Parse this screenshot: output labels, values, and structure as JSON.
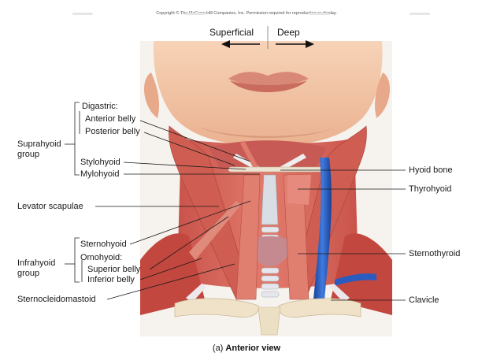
{
  "copyright": "Copyright © The McGraw-Hill Companies, Inc. Permission required for reproduction or display.",
  "direction": {
    "left": "Superficial",
    "right": "Deep"
  },
  "caption": {
    "prefix": "(a) ",
    "title": "Anterior view"
  },
  "groups": {
    "suprahyoid": "Suprahyoid\ngroup",
    "infrahyoid": "Infrahyoid\ngroup"
  },
  "labels": {
    "digastric": "Digastric:",
    "anterior_belly": "Anterior belly",
    "posterior_belly": "Posterior belly",
    "stylohyoid": "Stylohyoid",
    "mylohyoid": "Mylohyoid",
    "levator_scapulae": "Levator scapulae",
    "sternohyoid": "Sternohyoid",
    "omohyoid": "Omohyoid:",
    "superior_belly": "Superior belly",
    "inferior_belly": "Inferior belly",
    "sternocleidomastoid": "Sternocleidomastoid",
    "hyoid_bone": "Hyoid bone",
    "thyrohyoid": "Thyrohyoid",
    "sternothyroid": "Sternothyroid",
    "clavicle": "Clavicle"
  },
  "colors": {
    "skin": "#f2c3a3",
    "skin_shadow": "#dd9f7d",
    "muscle": "#d9645a",
    "muscle_dark": "#b8453f",
    "tendon": "#e9e6ea",
    "vein": "#2456b8",
    "bone": "#efe2c8",
    "gland": "#c48a8f"
  }
}
